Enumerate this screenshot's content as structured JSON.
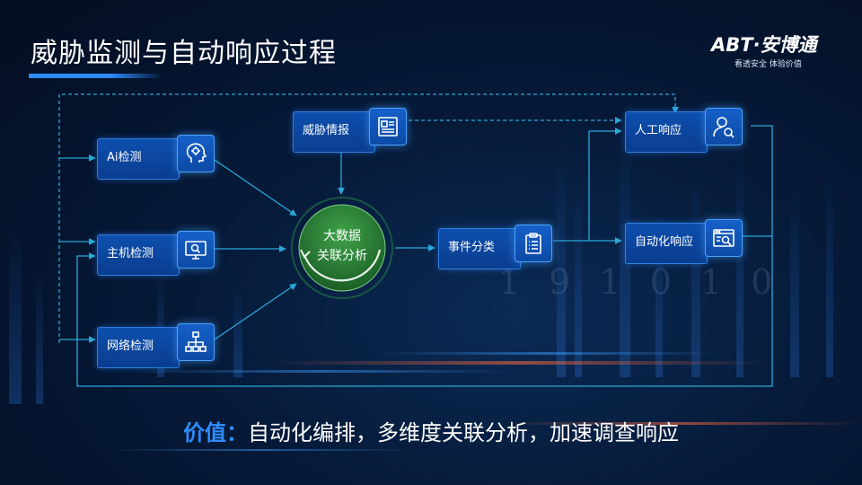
{
  "title": "威胁监测与自动响应过程",
  "logo": {
    "brand": "ABT·安博通",
    "slogan": "看透安全  体验价值"
  },
  "nodes": {
    "ai": "Ai检测",
    "host": "主机检测",
    "network": "网络检测",
    "intel": "威胁情报",
    "hub_line1": "大数据",
    "hub_line2": "关联分析",
    "classify": "事件分类",
    "manual": "人工响应",
    "auto": "自动化响应"
  },
  "icons": {
    "ai": "ai-head-icon",
    "host": "monitor-search-icon",
    "network": "network-topology-icon",
    "intel": "document-list-icon",
    "classify": "clipboard-icon",
    "manual": "user-search-icon",
    "auto": "browser-search-icon"
  },
  "value": {
    "key": "价值：",
    "text": "自动化编排，多维度关联分析，加速调查响应"
  },
  "background": {
    "digits": "1 9 1 0 1 0"
  },
  "colors": {
    "accent": "#2f8cff",
    "line": "#2aa8d8",
    "node_fill": "#0d4fae",
    "hub_green": "#2f8f3a"
  }
}
